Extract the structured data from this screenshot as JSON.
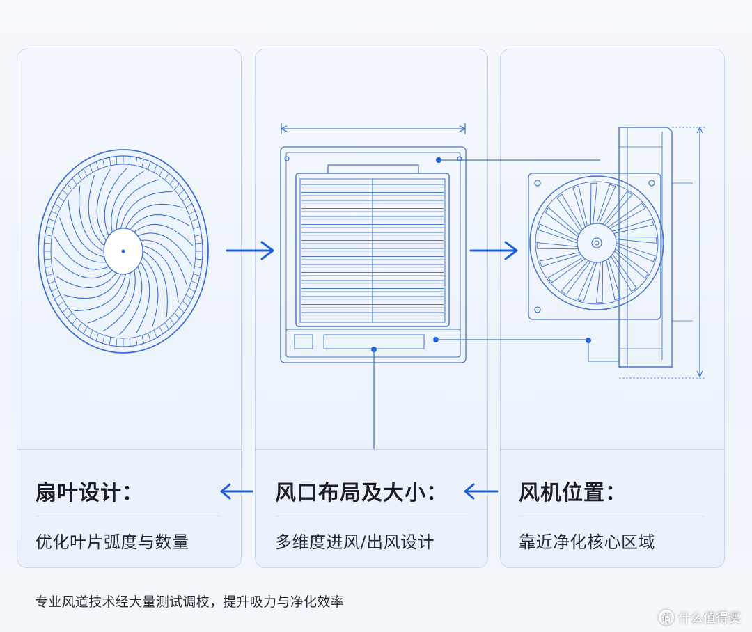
{
  "cards": [
    {
      "title": "扇叶设计：",
      "description": "优化叶片弧度与数量"
    },
    {
      "title": "风口布局及大小：",
      "description": "多维度进风/出风设计"
    },
    {
      "title": "风机位置：",
      "description": "靠近净化核心区域"
    }
  ],
  "footer": {
    "text": "专业风道技术经大量测试调校，提升吸力与净化效率"
  },
  "watermark": {
    "badge": "值",
    "text": "什么值得买"
  },
  "colors": {
    "accent": "#1e5fd8",
    "line": "#4a78c9",
    "card_border": "#c9d8ee"
  }
}
